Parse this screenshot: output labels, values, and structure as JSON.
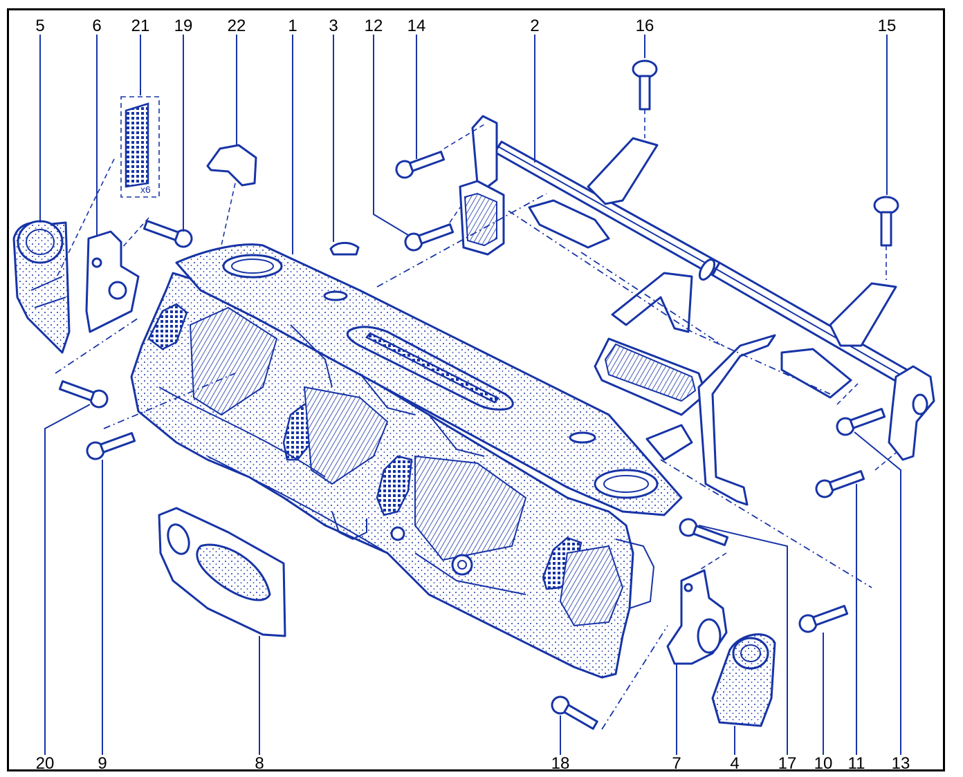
{
  "diagram": {
    "line_color": "#1734a6",
    "frame_color": "#000000",
    "callouts_top": [
      "5",
      "6",
      "21",
      "19",
      "22",
      "1",
      "3",
      "12",
      "14",
      "2",
      "16",
      "15"
    ],
    "callouts_bottom": [
      "20",
      "9",
      "8",
      "18",
      "7",
      "4",
      "17",
      "10",
      "11",
      "13"
    ],
    "quantity_label": "x6"
  }
}
